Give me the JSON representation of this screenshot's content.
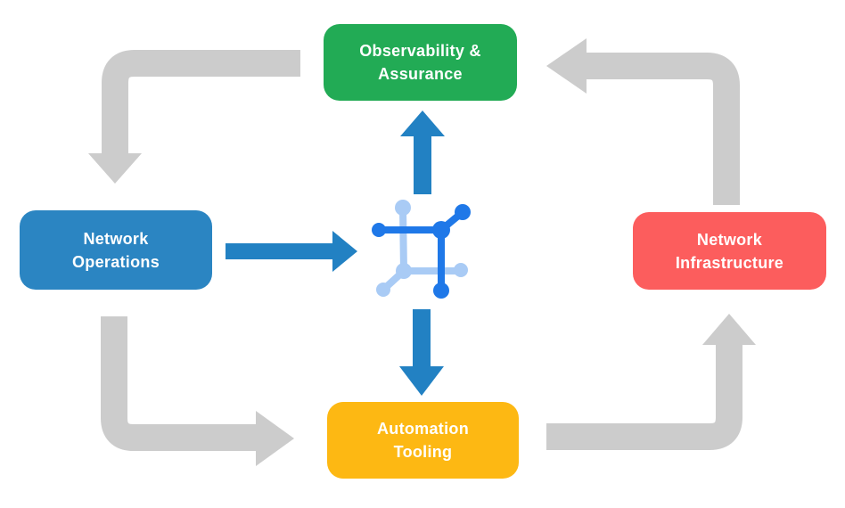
{
  "diagram": {
    "nodes": [
      {
        "id": "observability-assurance",
        "label": "Observability &\nAssurance",
        "color": "#22ab55"
      },
      {
        "id": "network-operations",
        "label": "Network\nOperations",
        "color": "#2b85c2"
      },
      {
        "id": "network-infrastructure",
        "label": "Network\nInfrastructure",
        "color": "#fc5d5d"
      },
      {
        "id": "automation-tooling",
        "label": "Automation\nTooling",
        "color": "#fdb813"
      }
    ],
    "center_icon": "network-automation-icon",
    "flows": [
      {
        "from": "observability-assurance",
        "to": "network-operations",
        "style": "gray-cycle"
      },
      {
        "from": "network-operations",
        "to": "automation-tooling",
        "style": "gray-cycle"
      },
      {
        "from": "automation-tooling",
        "to": "network-infrastructure",
        "style": "gray-cycle"
      },
      {
        "from": "network-infrastructure",
        "to": "observability-assurance",
        "style": "gray-cycle"
      },
      {
        "from": "network-operations",
        "to": "center-icon",
        "style": "blue"
      },
      {
        "from": "center-icon",
        "to": "observability-assurance",
        "style": "blue"
      },
      {
        "from": "center-icon",
        "to": "automation-tooling",
        "style": "blue"
      }
    ]
  },
  "colors": {
    "green": "#22ab55",
    "blue": "#2b85c2",
    "red": "#fc5d5d",
    "yellow": "#fdb813",
    "arrow-gray": "#cccccc",
    "arrow-blue": "#2281c3",
    "icon-blue": "#1f78e8",
    "icon-light-blue": "#a9cbf5",
    "text": "#ffffff",
    "background": "#ffffff"
  }
}
